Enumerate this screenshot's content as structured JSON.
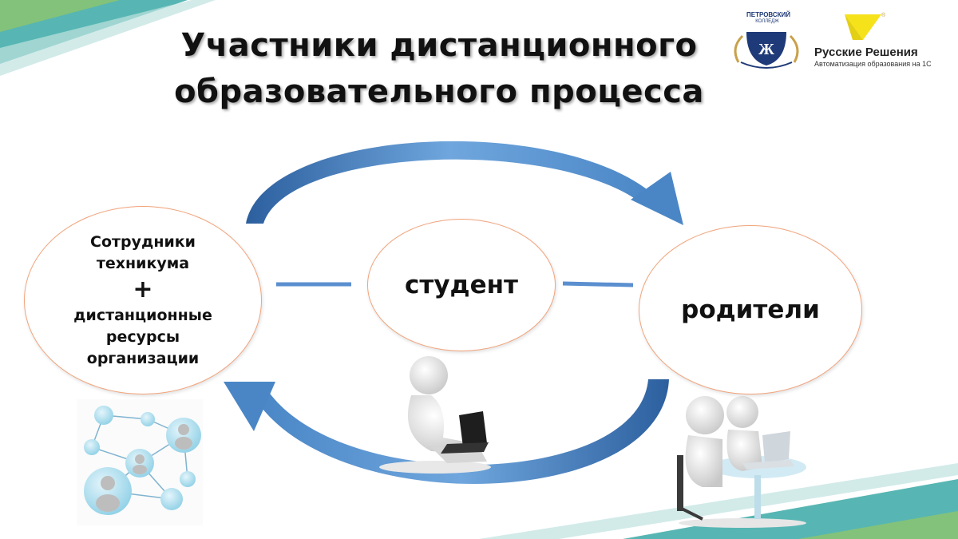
{
  "slide": {
    "title_line1": "Участники дистанционного",
    "title_line2": "образовательного процесса"
  },
  "circles": {
    "staff": {
      "line1": "Сотрудники",
      "line2": "техникума",
      "plus": "+",
      "line3": "дистанционные",
      "line4": "ресурсы",
      "line5": "организации"
    },
    "student": "студент",
    "parents": "родители"
  },
  "logos": {
    "petrovsky": {
      "top_text": "ПЕТРОВСКИЙ",
      "sub_text": "КОЛЛЕДЖ"
    },
    "russian_solutions": {
      "name": "Русские Решения",
      "tagline": "Автоматизация образования на 1С",
      "registered": "®"
    }
  },
  "colors": {
    "arrow_blue": "#4a86c6",
    "circle_border": "#f2a47c",
    "accent_teal": "#3aa9a6",
    "accent_green": "#8fc66b",
    "logo_yellow": "#f5e21b",
    "logo_navy": "#1f3a78"
  },
  "icons": [
    "network-people-icon",
    "student-laptop-icon",
    "parents-desk-icon"
  ]
}
